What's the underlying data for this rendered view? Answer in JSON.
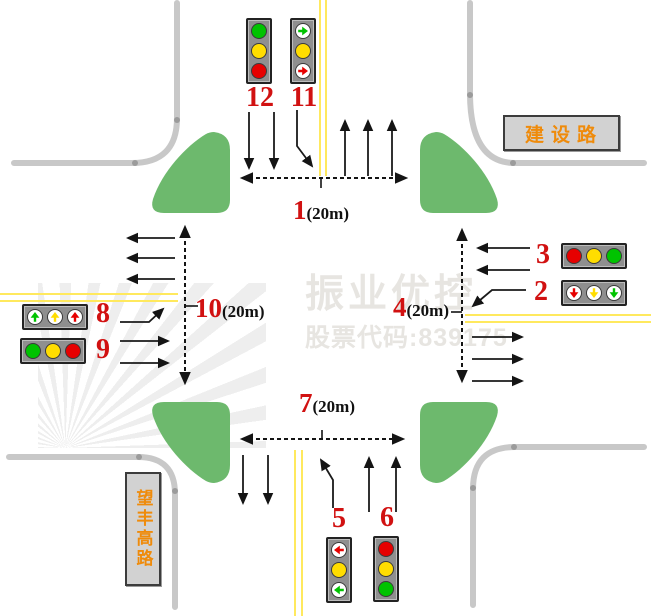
{
  "diagram": {
    "watermark": {
      "brand": "振业优控",
      "stock_label": "股票代码:839175"
    },
    "road_signs": {
      "east": "建设路",
      "south": "望丰高路"
    },
    "measures": {
      "north": {
        "num": "1",
        "dist": "(20m)"
      },
      "east": {
        "num": "4",
        "dist": "(20m)"
      },
      "south": {
        "num": "7",
        "dist": "(20m)"
      },
      "west": {
        "num": "10",
        "dist": "(20m)"
      }
    },
    "signals": {
      "s12": {
        "label": "12",
        "orientation": "vertical",
        "lights": [
          {
            "color": "green",
            "shape": "circle"
          },
          {
            "color": "yellow",
            "shape": "circle"
          },
          {
            "color": "red",
            "shape": "circle"
          }
        ]
      },
      "s11": {
        "label": "11",
        "orientation": "vertical",
        "lights": [
          {
            "color": "green",
            "shape": "arrow",
            "dir": "right"
          },
          {
            "color": "yellow",
            "shape": "circle"
          },
          {
            "color": "red",
            "shape": "arrow",
            "dir": "right"
          }
        ]
      },
      "s3": {
        "label": "3",
        "orientation": "horizontal",
        "lights": [
          {
            "color": "red",
            "shape": "circle"
          },
          {
            "color": "yellow",
            "shape": "circle"
          },
          {
            "color": "green",
            "shape": "circle"
          }
        ]
      },
      "s2": {
        "label": "2",
        "orientation": "horizontal",
        "lights": [
          {
            "color": "red",
            "shape": "arrow",
            "dir": "down"
          },
          {
            "color": "yellow",
            "shape": "arrow",
            "dir": "down"
          },
          {
            "color": "green",
            "shape": "arrow",
            "dir": "down"
          }
        ]
      },
      "s8": {
        "label": "8",
        "orientation": "horizontal",
        "lights": [
          {
            "color": "green",
            "shape": "arrow",
            "dir": "up"
          },
          {
            "color": "yellow",
            "shape": "arrow",
            "dir": "up"
          },
          {
            "color": "red",
            "shape": "arrow",
            "dir": "up"
          }
        ]
      },
      "s9": {
        "label": "9",
        "orientation": "horizontal",
        "lights": [
          {
            "color": "green",
            "shape": "circle"
          },
          {
            "color": "yellow",
            "shape": "circle"
          },
          {
            "color": "red",
            "shape": "circle"
          }
        ]
      },
      "s5": {
        "label": "5",
        "orientation": "vertical",
        "lights": [
          {
            "color": "red",
            "shape": "arrow",
            "dir": "left"
          },
          {
            "color": "yellow",
            "shape": "circle"
          },
          {
            "color": "green",
            "shape": "arrow",
            "dir": "left"
          }
        ]
      },
      "s6": {
        "label": "6",
        "orientation": "vertical",
        "lights": [
          {
            "color": "red",
            "shape": "circle"
          },
          {
            "color": "yellow",
            "shape": "circle"
          },
          {
            "color": "green",
            "shape": "circle"
          }
        ]
      }
    },
    "colors": {
      "island": "#6db96d",
      "road_edge": "#c8c8c8",
      "edge_dot": "#9b9b9b",
      "lane_yellow": "#ffe95e",
      "label_red": "#d11111",
      "dist_black": "#111111",
      "sign_plate": "#d2d2d2",
      "sign_text": "#ef8b0b",
      "housing_gray": "#8f8f8f",
      "light_red": "#e60000",
      "light_yellow": "#ffdd00",
      "light_green": "#00c300",
      "arrow_light_bg": "#ffffff",
      "watermark_gray": "#e7e5e1"
    }
  }
}
